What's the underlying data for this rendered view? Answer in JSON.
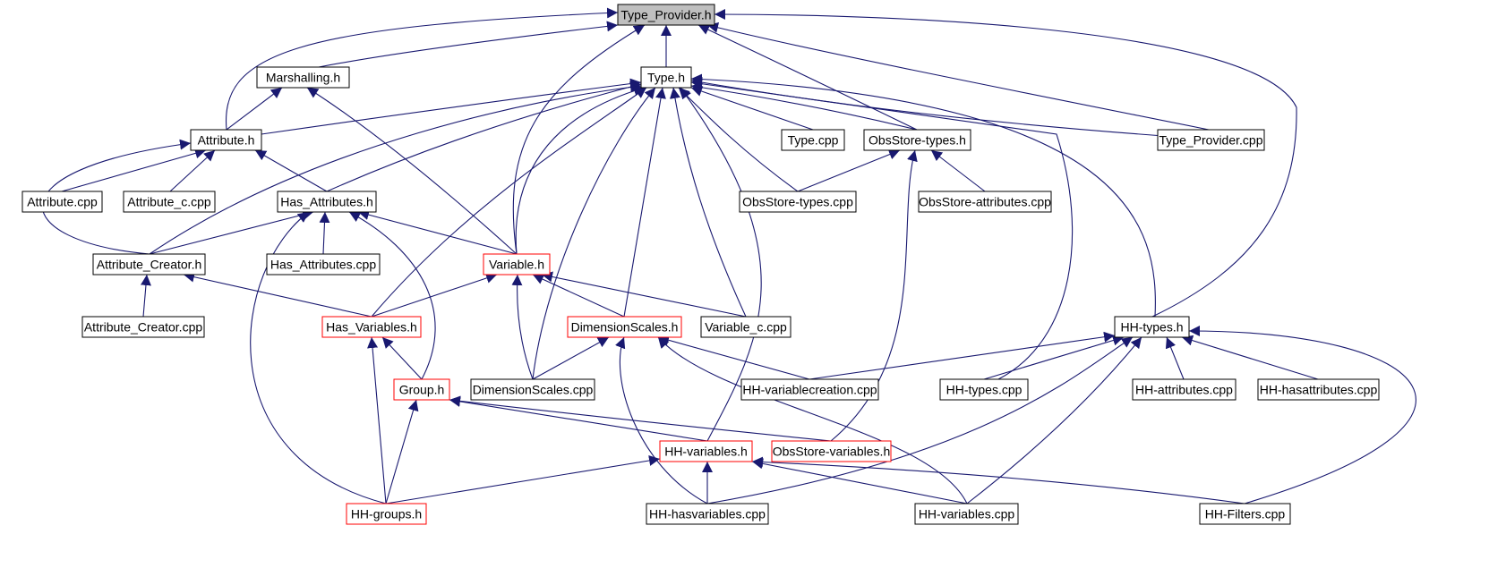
{
  "diagram": {
    "colors": {
      "edge": "#191970",
      "arrowhead": "#191970",
      "root_fill": "#bfbfbf",
      "normal_border": "#000000",
      "truncated_border": "#ff0000",
      "node_fill": "#ffffff"
    },
    "nodes": [
      {
        "id": "type_provider_h",
        "label": "Type_Provider.h",
        "style": "root"
      },
      {
        "id": "marshalling_h",
        "label": "Marshalling.h",
        "style": "normal"
      },
      {
        "id": "type_h",
        "label": "Type.h",
        "style": "normal"
      },
      {
        "id": "attribute_h",
        "label": "Attribute.h",
        "style": "normal"
      },
      {
        "id": "type_cpp",
        "label": "Type.cpp",
        "style": "normal"
      },
      {
        "id": "obsstore_types_h",
        "label": "ObsStore-types.h",
        "style": "normal"
      },
      {
        "id": "type_provider_cpp",
        "label": "Type_Provider.cpp",
        "style": "normal"
      },
      {
        "id": "attribute_cpp",
        "label": "Attribute.cpp",
        "style": "normal"
      },
      {
        "id": "attribute_c_cpp",
        "label": "Attribute_c.cpp",
        "style": "normal"
      },
      {
        "id": "has_attributes_h",
        "label": "Has_Attributes.h",
        "style": "normal"
      },
      {
        "id": "obsstore_types_cpp",
        "label": "ObsStore-types.cpp",
        "style": "normal"
      },
      {
        "id": "obsstore_attributes_cpp",
        "label": "ObsStore-attributes.cpp",
        "style": "normal"
      },
      {
        "id": "attribute_creator_h",
        "label": "Attribute_Creator.h",
        "style": "normal"
      },
      {
        "id": "has_attributes_cpp",
        "label": "Has_Attributes.cpp",
        "style": "normal"
      },
      {
        "id": "variable_h",
        "label": "Variable.h",
        "style": "truncated"
      },
      {
        "id": "attribute_creator_cpp",
        "label": "Attribute_Creator.cpp",
        "style": "normal"
      },
      {
        "id": "has_variables_h",
        "label": "Has_Variables.h",
        "style": "truncated"
      },
      {
        "id": "dimensionscales_h",
        "label": "DimensionScales.h",
        "style": "truncated"
      },
      {
        "id": "variable_c_cpp",
        "label": "Variable_c.cpp",
        "style": "normal"
      },
      {
        "id": "hh_types_h",
        "label": "HH-types.h",
        "style": "normal"
      },
      {
        "id": "group_h",
        "label": "Group.h",
        "style": "truncated"
      },
      {
        "id": "dimensionscales_cpp",
        "label": "DimensionScales.cpp",
        "style": "normal"
      },
      {
        "id": "hh_variablecreation_cpp",
        "label": "HH-variablecreation.cpp",
        "style": "normal"
      },
      {
        "id": "hh_types_cpp",
        "label": "HH-types.cpp",
        "style": "normal"
      },
      {
        "id": "hh_attributes_cpp",
        "label": "HH-attributes.cpp",
        "style": "normal"
      },
      {
        "id": "hh_hasattributes_cpp",
        "label": "HH-hasattributes.cpp",
        "style": "normal"
      },
      {
        "id": "hh_variables_h",
        "label": "HH-variables.h",
        "style": "truncated"
      },
      {
        "id": "obsstore_variables_h",
        "label": "ObsStore-variables.h",
        "style": "truncated"
      },
      {
        "id": "hh_groups_h",
        "label": "HH-groups.h",
        "style": "truncated"
      },
      {
        "id": "hh_hasvariables_cpp",
        "label": "HH-hasvariables.cpp",
        "style": "normal"
      },
      {
        "id": "hh_variables_cpp",
        "label": "HH-variables.cpp",
        "style": "normal"
      },
      {
        "id": "hh_filters_cpp",
        "label": "HH-Filters.cpp",
        "style": "normal"
      }
    ],
    "edges": [
      {
        "from": "marshalling_h",
        "to": "type_provider_h"
      },
      {
        "from": "type_h",
        "to": "type_provider_h"
      },
      {
        "from": "attribute_h",
        "to": "type_provider_h"
      },
      {
        "from": "variable_h",
        "to": "type_provider_h"
      },
      {
        "from": "obsstore_types_h",
        "to": "type_provider_h"
      },
      {
        "from": "type_provider_cpp",
        "to": "type_provider_h"
      },
      {
        "from": "hh_types_h",
        "to": "type_provider_h"
      },
      {
        "from": "attribute_h",
        "to": "marshalling_h"
      },
      {
        "from": "variable_h",
        "to": "marshalling_h"
      },
      {
        "from": "attribute_h",
        "to": "type_h"
      },
      {
        "from": "has_attributes_h",
        "to": "type_h"
      },
      {
        "from": "attribute_creator_h",
        "to": "type_h"
      },
      {
        "from": "variable_h",
        "to": "type_h"
      },
      {
        "from": "has_variables_h",
        "to": "type_h"
      },
      {
        "from": "dimensionscales_h",
        "to": "type_h"
      },
      {
        "from": "dimensionscales_cpp",
        "to": "type_h"
      },
      {
        "from": "variable_c_cpp",
        "to": "type_h"
      },
      {
        "from": "type_cpp",
        "to": "type_h"
      },
      {
        "from": "obsstore_types_h",
        "to": "type_h"
      },
      {
        "from": "obsstore_types_cpp",
        "to": "type_h"
      },
      {
        "from": "type_provider_cpp",
        "to": "type_h"
      },
      {
        "from": "hh_types_h",
        "to": "type_h"
      },
      {
        "from": "hh_types_cpp",
        "to": "type_h"
      },
      {
        "from": "hh_variables_h",
        "to": "type_h"
      },
      {
        "from": "attribute_cpp",
        "to": "attribute_h"
      },
      {
        "from": "attribute_c_cpp",
        "to": "attribute_h"
      },
      {
        "from": "attribute_creator_h",
        "to": "attribute_h"
      },
      {
        "from": "has_attributes_h",
        "to": "attribute_h"
      },
      {
        "from": "obsstore_types_cpp",
        "to": "obsstore_types_h"
      },
      {
        "from": "obsstore_attributes_cpp",
        "to": "obsstore_types_h"
      },
      {
        "from": "obsstore_variables_h",
        "to": "obsstore_types_h"
      },
      {
        "from": "attribute_creator_h",
        "to": "has_attributes_h"
      },
      {
        "from": "has_attributes_cpp",
        "to": "has_attributes_h"
      },
      {
        "from": "variable_h",
        "to": "has_attributes_h"
      },
      {
        "from": "group_h",
        "to": "has_attributes_h"
      },
      {
        "from": "hh_groups_h",
        "to": "has_attributes_h"
      },
      {
        "from": "attribute_creator_cpp",
        "to": "attribute_creator_h"
      },
      {
        "from": "has_variables_h",
        "to": "attribute_creator_h"
      },
      {
        "from": "has_variables_h",
        "to": "variable_h"
      },
      {
        "from": "dimensionscales_h",
        "to": "variable_h"
      },
      {
        "from": "variable_c_cpp",
        "to": "variable_h"
      },
      {
        "from": "dimensionscales_cpp",
        "to": "variable_h"
      },
      {
        "from": "group_h",
        "to": "has_variables_h"
      },
      {
        "from": "hh_groups_h",
        "to": "has_variables_h"
      },
      {
        "from": "dimensionscales_cpp",
        "to": "dimensionscales_h"
      },
      {
        "from": "hh_variablecreation_cpp",
        "to": "dimensionscales_h"
      },
      {
        "from": "hh_hasvariables_cpp",
        "to": "dimensionscales_h"
      },
      {
        "from": "hh_variables_cpp",
        "to": "dimensionscales_h"
      },
      {
        "from": "hh_groups_h",
        "to": "group_h"
      },
      {
        "from": "hh_variables_h",
        "to": "group_h"
      },
      {
        "from": "obsstore_variables_h",
        "to": "group_h"
      },
      {
        "from": "hh_variablecreation_cpp",
        "to": "hh_types_h"
      },
      {
        "from": "hh_types_cpp",
        "to": "hh_types_h"
      },
      {
        "from": "hh_attributes_cpp",
        "to": "hh_types_h"
      },
      {
        "from": "hh_hasattributes_cpp",
        "to": "hh_types_h"
      },
      {
        "from": "hh_hasvariables_cpp",
        "to": "hh_types_h"
      },
      {
        "from": "hh_variables_cpp",
        "to": "hh_types_h"
      },
      {
        "from": "hh_filters_cpp",
        "to": "hh_types_h"
      },
      {
        "from": "hh_groups_h",
        "to": "hh_variables_h"
      },
      {
        "from": "hh_hasvariables_cpp",
        "to": "hh_variables_h"
      },
      {
        "from": "hh_variables_cpp",
        "to": "hh_variables_h"
      },
      {
        "from": "hh_filters_cpp",
        "to": "hh_variables_h"
      }
    ]
  }
}
